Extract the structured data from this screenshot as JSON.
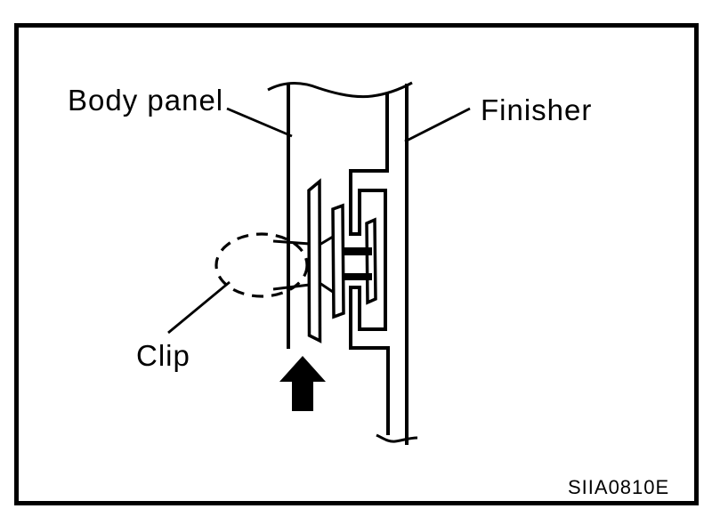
{
  "figure": {
    "type": "technical-line-diagram",
    "background": "#ffffff",
    "line_color": "#000000",
    "labels": {
      "body_panel": "Body panel",
      "finisher": "Finisher",
      "clip": "Clip"
    },
    "figure_code": "SIIA0810E",
    "icons": {
      "direction_arrow": "up-arrow-icon",
      "callout": "dashed-ellipse-callout"
    }
  }
}
